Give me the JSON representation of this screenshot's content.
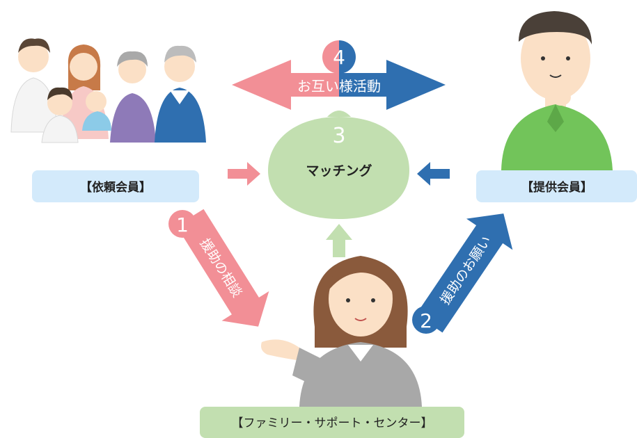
{
  "requester": {
    "label": "【依頼会員】"
  },
  "provider": {
    "label": "【提供会員】"
  },
  "center": {
    "label": "【ファミリー・サポート・センター】"
  },
  "matching": {
    "number": "3",
    "label": "マッチング"
  },
  "step1": {
    "number": "1",
    "label": "援助の相談"
  },
  "step2": {
    "number": "2",
    "label": "援助のお願い"
  },
  "step4": {
    "number": "4",
    "label": "お互い様活動"
  },
  "colors": {
    "pink": "#f28f96",
    "blue": "#2f6fb0",
    "green": "#c2dfb0",
    "lightblue": "#d3eafb"
  }
}
